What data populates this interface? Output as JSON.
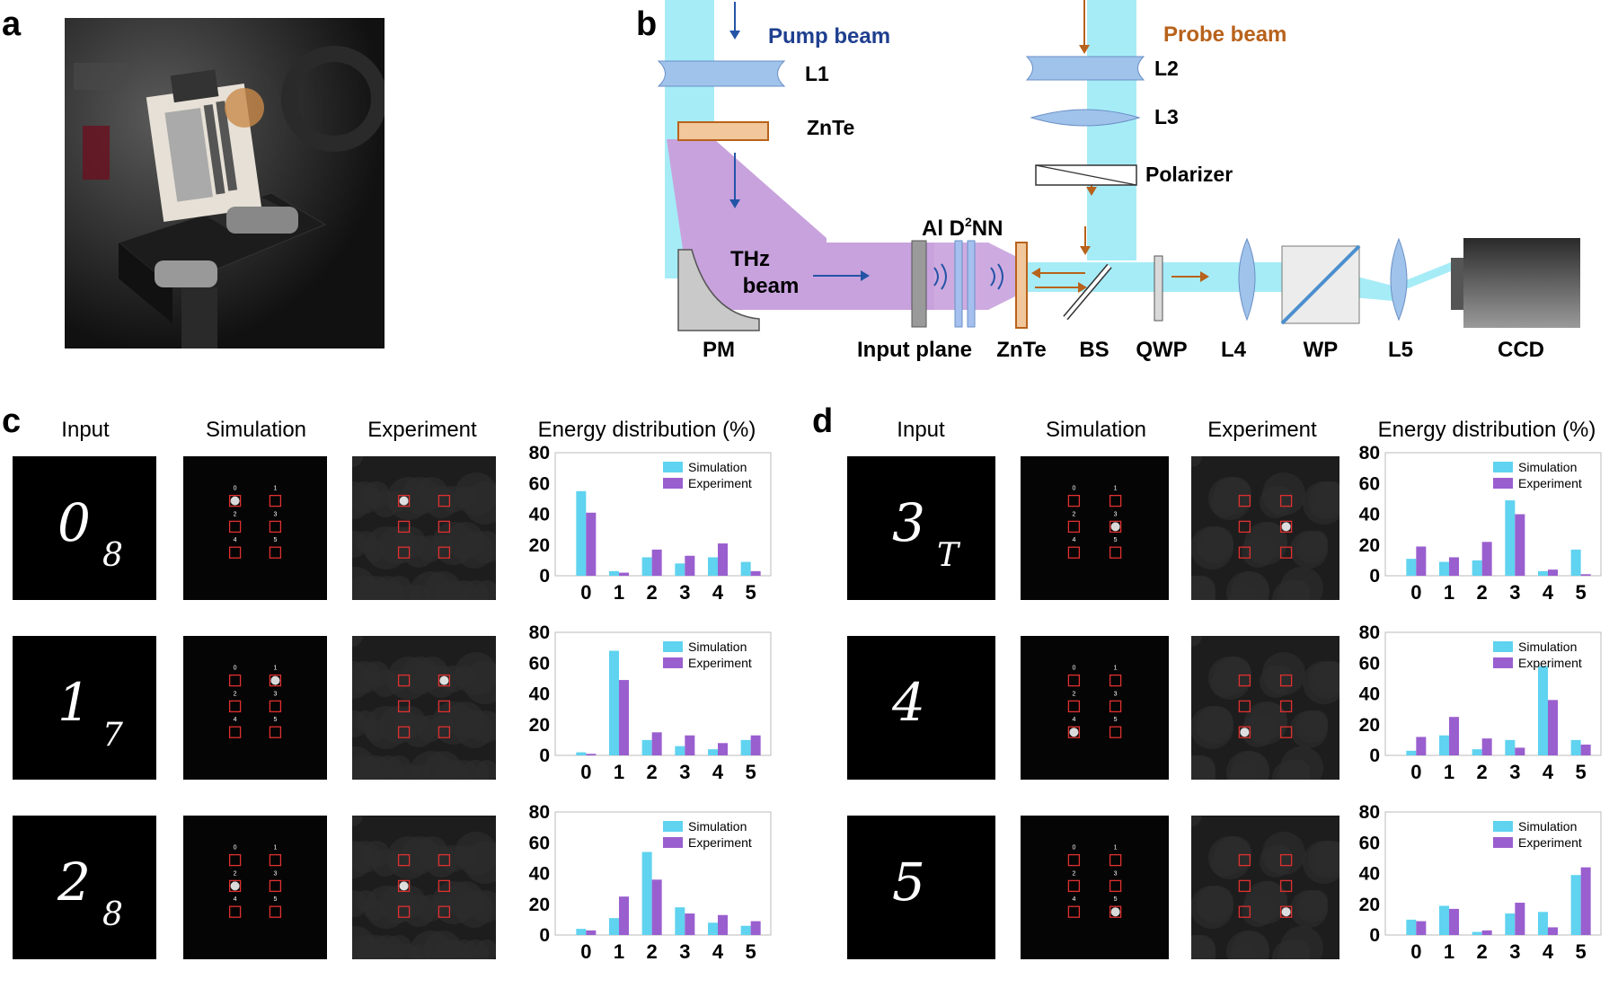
{
  "panel_labels": {
    "a": "a",
    "b": "b",
    "c": "c",
    "d": "d"
  },
  "photo": {
    "name": "experimental-setup-photo"
  },
  "setup": {
    "pump_beam": "Pump beam",
    "probe_beam": "Probe beam",
    "L1": "L1",
    "L2": "L2",
    "L3": "L3",
    "L4": "L4",
    "L5": "L5",
    "znte_top": "ZnTe",
    "polarizer": "Polarizer",
    "thz_line1": "THz",
    "thz_line2": "beam",
    "al_d2nn_prefix": "Al D",
    "al_d2nn_sup": "2",
    "al_d2nn_suffix": "NN",
    "PM": "PM",
    "input_plane": "Input plane",
    "znte_bottom": "ZnTe",
    "BS": "BS",
    "QWP": "QWP",
    "WP": "WP",
    "CCD": "CCD"
  },
  "colors": {
    "pump": "#9fe6f5",
    "thz": "#c9a0dc",
    "simulation": "#5fd3ef",
    "experiment": "#9a5fcf",
    "grating_box": "#e03030",
    "pump_text": "#1f3f8f",
    "probe_text": "#b8621b"
  },
  "headers_c": {
    "input": "Input",
    "simulation": "Simulation",
    "experiment": "Experiment",
    "energy": "Energy distribution (%)"
  },
  "headers_d": {
    "input": "Input",
    "simulation": "Simulation",
    "experiment": "Experiment",
    "energy": "Energy distribution (%)"
  },
  "input_digits": {
    "c": [
      {
        "main": "0",
        "small": "8"
      },
      {
        "main": "1",
        "small": "7"
      },
      {
        "main": "2",
        "small": "8"
      }
    ],
    "d": [
      {
        "main": "3",
        "small": "T"
      },
      {
        "main": "4",
        "small": ""
      },
      {
        "main": "5",
        "small": ""
      }
    ]
  },
  "detector_labels": [
    "0",
    "1",
    "2",
    "3",
    "4",
    "5"
  ],
  "chart_data": [
    {
      "panel": "c",
      "row": 0,
      "type": "bar",
      "categories": [
        "0",
        "1",
        "2",
        "3",
        "4",
        "5"
      ],
      "ylim": [
        0,
        80
      ],
      "yticks": [
        "0",
        "20",
        "40",
        "60",
        "80"
      ],
      "series": [
        {
          "name": "Simulation",
          "values": [
            55,
            3,
            12,
            8,
            12,
            9
          ]
        },
        {
          "name": "Experiment",
          "values": [
            41,
            2,
            17,
            13,
            21,
            3
          ]
        }
      ]
    },
    {
      "panel": "c",
      "row": 1,
      "type": "bar",
      "categories": [
        "0",
        "1",
        "2",
        "3",
        "4",
        "5"
      ],
      "ylim": [
        0,
        80
      ],
      "yticks": [
        "0",
        "20",
        "40",
        "60",
        "80"
      ],
      "series": [
        {
          "name": "Simulation",
          "values": [
            2,
            68,
            10,
            6,
            4,
            10
          ]
        },
        {
          "name": "Experiment",
          "values": [
            1,
            49,
            15,
            13,
            8,
            13
          ]
        }
      ]
    },
    {
      "panel": "c",
      "row": 2,
      "type": "bar",
      "categories": [
        "0",
        "1",
        "2",
        "3",
        "4",
        "5"
      ],
      "ylim": [
        0,
        80
      ],
      "yticks": [
        "0",
        "20",
        "40",
        "60",
        "80"
      ],
      "series": [
        {
          "name": "Simulation",
          "values": [
            4,
            11,
            54,
            18,
            8,
            6
          ]
        },
        {
          "name": "Experiment",
          "values": [
            3,
            25,
            36,
            14,
            13,
            9
          ]
        }
      ]
    },
    {
      "panel": "d",
      "row": 0,
      "type": "bar",
      "categories": [
        "0",
        "1",
        "2",
        "3",
        "4",
        "5"
      ],
      "ylim": [
        0,
        80
      ],
      "yticks": [
        "0",
        "20",
        "40",
        "60",
        "80"
      ],
      "series": [
        {
          "name": "Simulation",
          "values": [
            11,
            9,
            10,
            49,
            3,
            17
          ]
        },
        {
          "name": "Experiment",
          "values": [
            19,
            12,
            22,
            40,
            4,
            1
          ]
        }
      ]
    },
    {
      "panel": "d",
      "row": 1,
      "type": "bar",
      "categories": [
        "0",
        "1",
        "2",
        "3",
        "4",
        "5"
      ],
      "ylim": [
        0,
        80
      ],
      "yticks": [
        "0",
        "20",
        "40",
        "60",
        "80"
      ],
      "series": [
        {
          "name": "Simulation",
          "values": [
            3,
            13,
            4,
            10,
            58,
            10
          ]
        },
        {
          "name": "Experiment",
          "values": [
            12,
            25,
            11,
            5,
            36,
            7
          ]
        }
      ]
    },
    {
      "panel": "d",
      "row": 2,
      "type": "bar",
      "categories": [
        "0",
        "1",
        "2",
        "3",
        "4",
        "5"
      ],
      "ylim": [
        0,
        80
      ],
      "yticks": [
        "0",
        "20",
        "40",
        "60",
        "80"
      ],
      "series": [
        {
          "name": "Simulation",
          "values": [
            10,
            19,
            2,
            14,
            15,
            39
          ]
        },
        {
          "name": "Experiment",
          "values": [
            9,
            17,
            3,
            21,
            5,
            44
          ]
        }
      ]
    }
  ]
}
